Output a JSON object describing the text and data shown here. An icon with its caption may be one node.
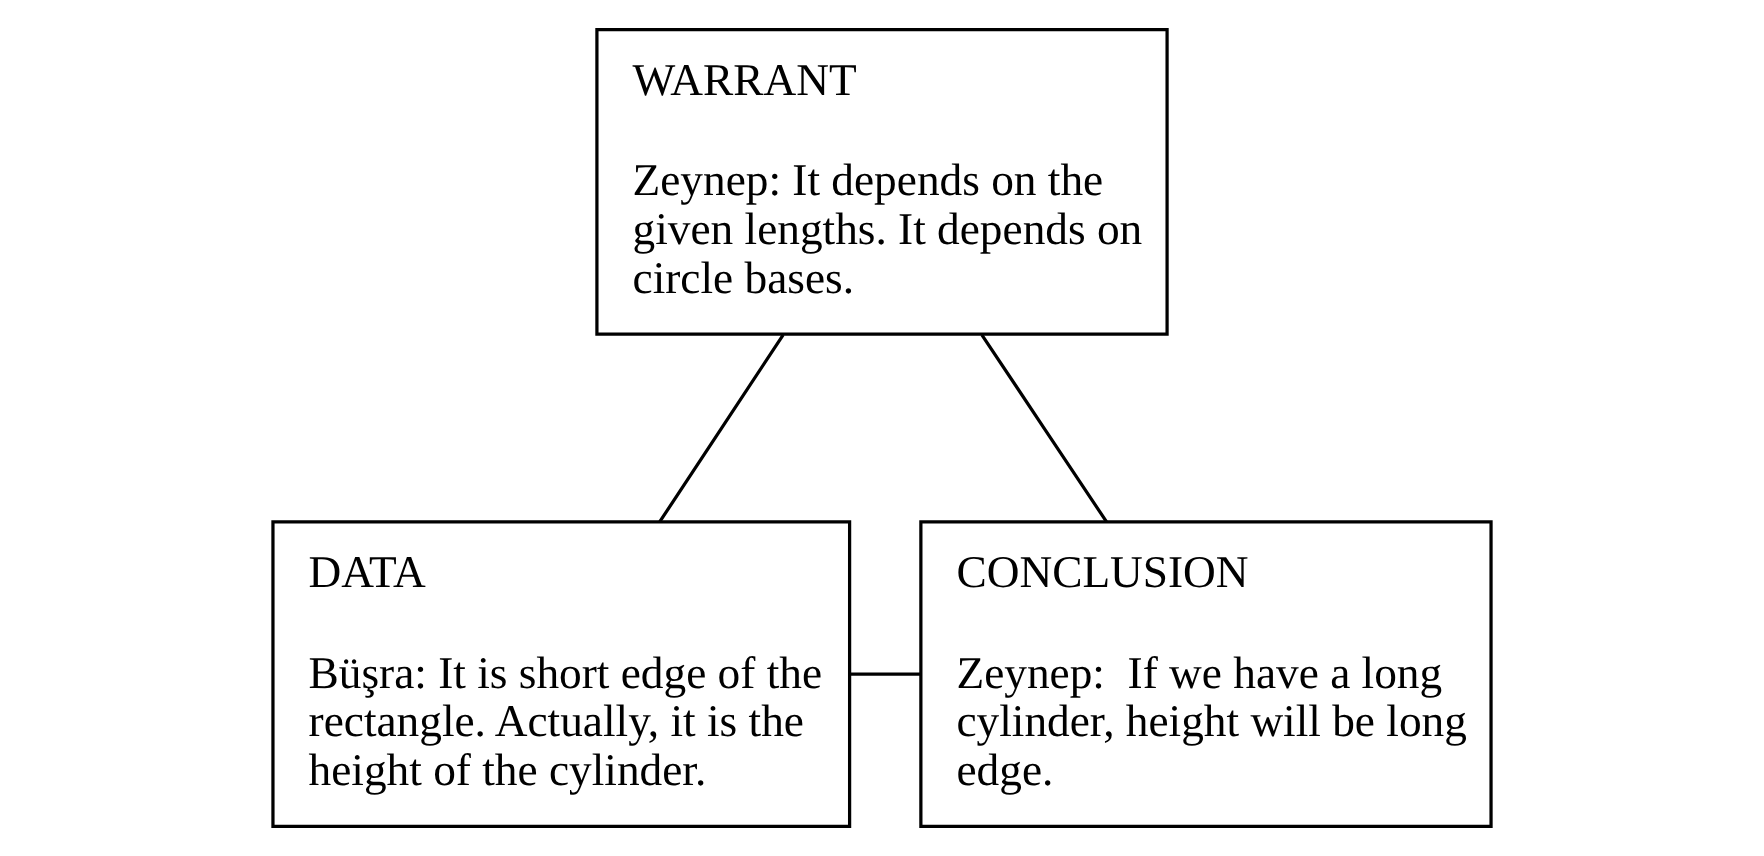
{
  "diagram": {
    "nodes": [
      {
        "text": [
          "DATA",
          "Büşra: It is short edge of the rectangle. Actually, it is the height of the cylinder."
        ]
      },
      {
        "text": [
          "CONCLUSION",
          "Zeynep:  If we have a long cylinder, height will be long edge."
        ]
      },
      {
        "text": [
          "WARRANT",
          "Zeynep: It depends on the given lengths. It depends on circle bases."
        ]
      }
    ],
    "edges": [
      {
        "from": 0,
        "to": 1,
        "arrow": "none"
      },
      {
        "from": 2,
        "to": 0,
        "arrow": "none"
      },
      {
        "from": 2,
        "to": 1,
        "arrow": "none"
      }
    ]
  }
}
